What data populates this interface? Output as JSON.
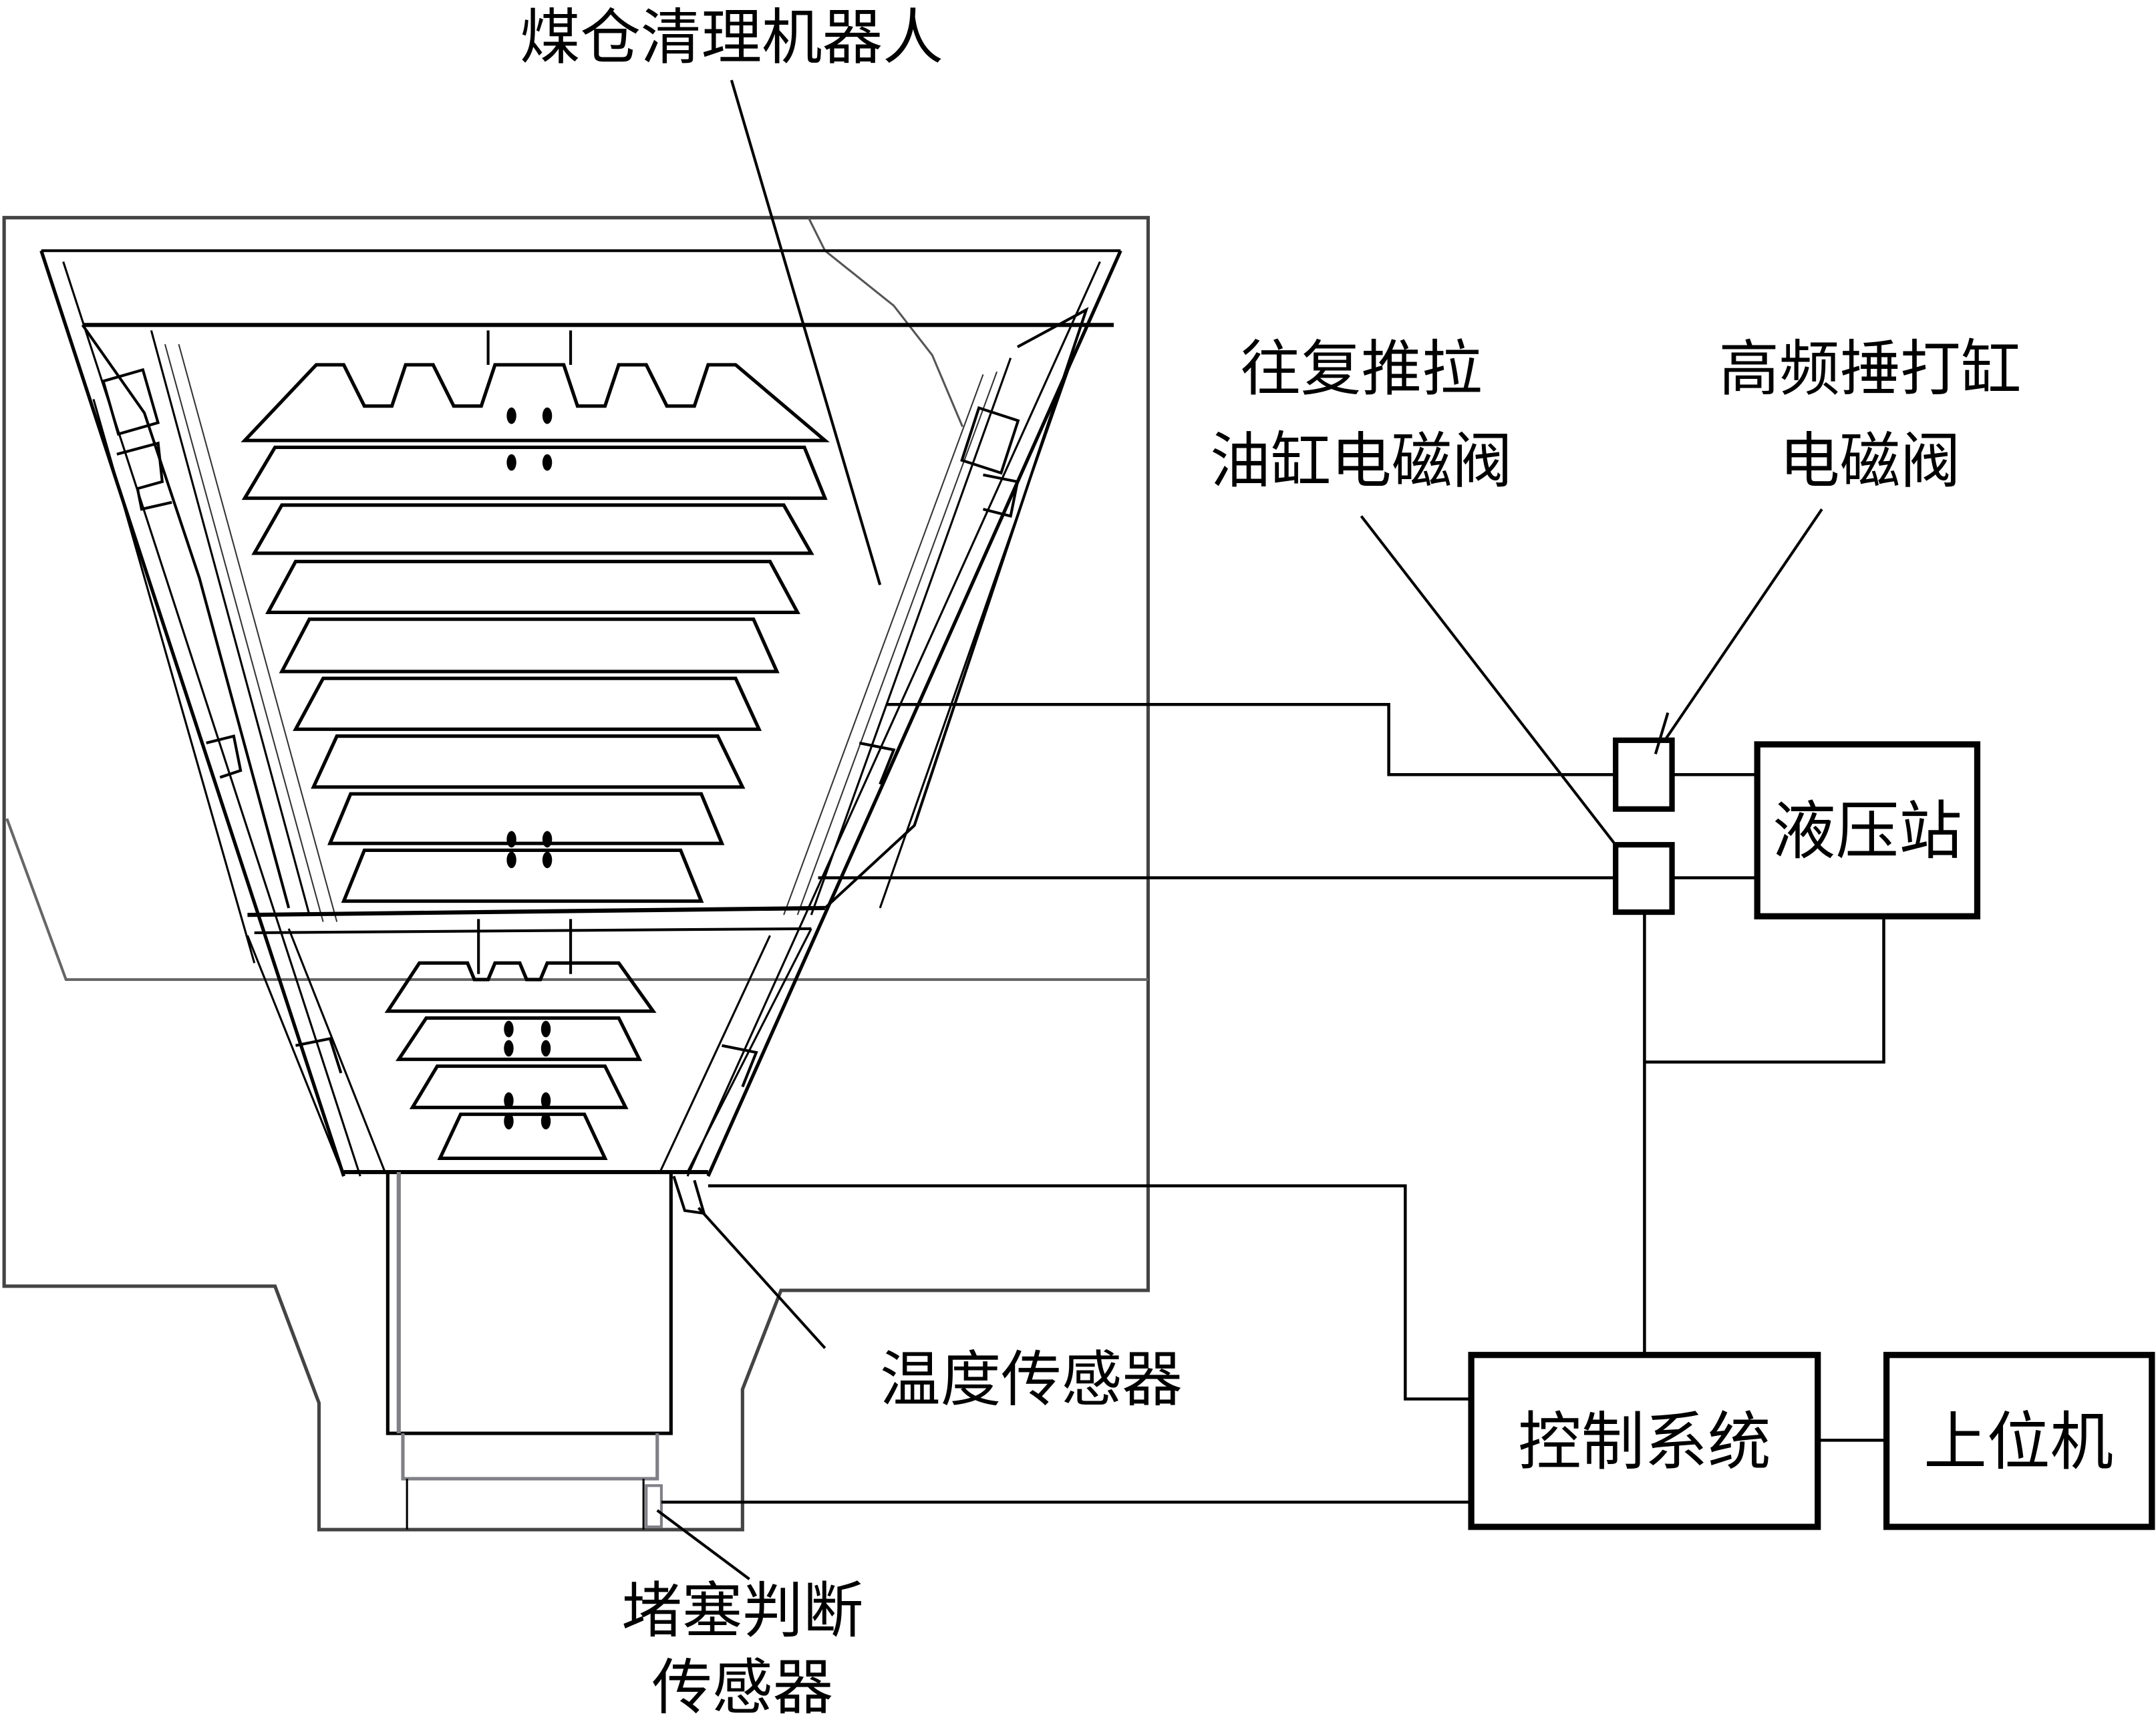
{
  "labels": {
    "robot": "煤仓清理机器人",
    "reciprocating_valve_line1": "往复推拉",
    "reciprocating_valve_line2": "油缸电磁阀",
    "hammer_valve_line1": "高频捶打缸",
    "hammer_valve_line2": "电磁阀",
    "temperature_sensor": "温度传感器",
    "blockage_sensor_line1": "堵塞判断",
    "blockage_sensor_line2": "传感器"
  },
  "boxes": {
    "hydraulic_station": "液压站",
    "control_system": "控制系统",
    "host_computer": "上位机"
  },
  "colors": {
    "line": "#000000",
    "grey_line": "#808088",
    "background": "#ffffff"
  }
}
